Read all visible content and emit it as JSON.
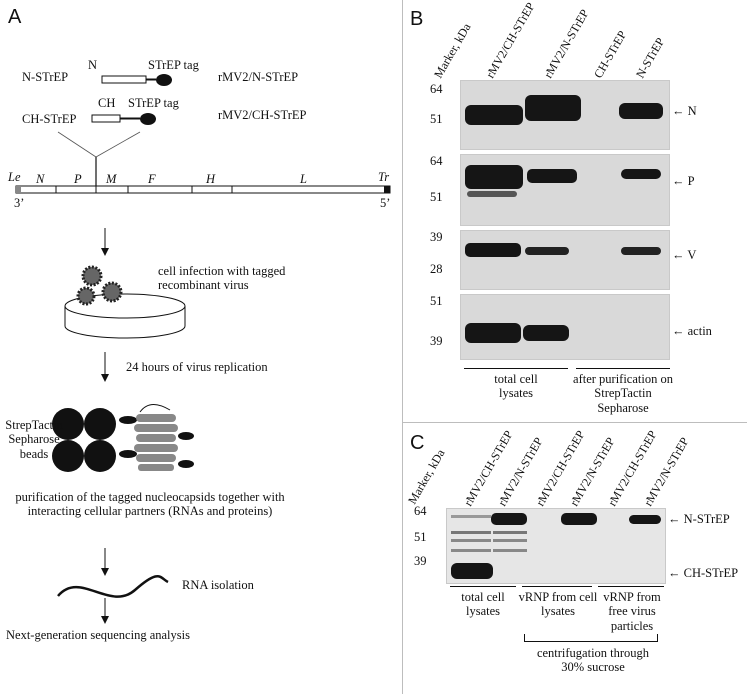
{
  "panel_a": {
    "letter": "A",
    "n_strep_label": "N-STrEP",
    "n_gene": "N",
    "n_tag": "STrEP tag",
    "n_virus": "rMV2/N-STrEP",
    "ch_strep_label": "CH-STrEP",
    "ch_gene": "CH",
    "ch_tag": "STrEP tag",
    "ch_virus": "rMV2/CH-STrEP",
    "genome": {
      "genes": [
        "Le",
        "N",
        "P",
        "M",
        "F",
        "H",
        "L",
        "Tr"
      ],
      "end_left": "3’",
      "end_right": "5’"
    },
    "step_infection": "cell infection with tagged recombinant virus",
    "step_replication": "24 hours of virus replication",
    "beads_label": "StrepTactin Sepharose beads",
    "step_purification": "purification of the tagged nucleocapsids together with interacting cellular partners (RNAs and proteins)",
    "step_rna": "RNA isolation",
    "step_sequencing": "Next-generation sequencing analysis"
  },
  "panel_b": {
    "letter": "B",
    "column_headers": [
      "Marker, kDa",
      "rMV2/CH-STrEP",
      "rMV2/N-STrEP",
      "CH-STrEP",
      "N-STrEP"
    ],
    "blots": [
      {
        "markers": [
          "64",
          "51"
        ],
        "target": "N"
      },
      {
        "markers": [
          "64",
          "51"
        ],
        "target": "P"
      },
      {
        "markers": [
          "39",
          "28"
        ],
        "target": "V"
      },
      {
        "markers": [
          "51",
          "39"
        ],
        "target": "actin"
      }
    ],
    "group_left": "total cell lysates",
    "group_right": "after purification on StrepTactin Sepharose"
  },
  "panel_c": {
    "letter": "C",
    "column_headers": [
      "Marker, kDa",
      "rMV2/CH-STrEP",
      "rMV2/N-STrEP",
      "rMV2/CH-STrEP",
      "rMV2/N-STrEP",
      "rMV2/CH-STrEP",
      "rMV2/N-STrEP"
    ],
    "markers": [
      "64",
      "51",
      "39"
    ],
    "band_n": "N-STrEP",
    "band_ch": "CH-STrEP",
    "group_1": "total cell lysates",
    "group_2": "vRNP from cell lysates",
    "group_3": "vRNP from free virus particles",
    "bracket_label": "centrifugation through 30% sucrose"
  }
}
